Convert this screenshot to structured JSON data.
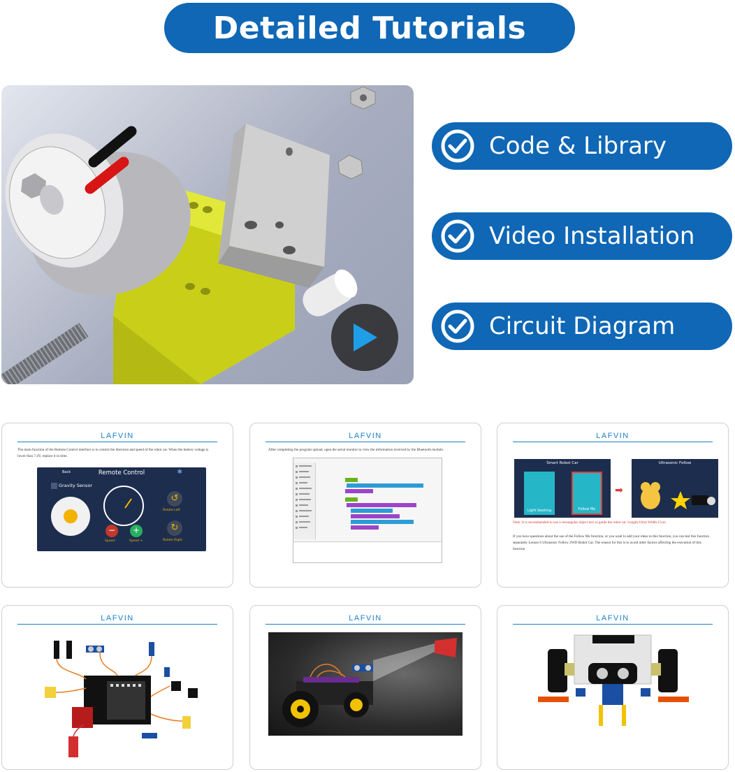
{
  "header": {
    "title": "Detailed Tutorials"
  },
  "features": [
    {
      "label": "Code & Library",
      "icon": "check-circle-icon"
    },
    {
      "label": "Video Installation",
      "icon": "check-circle-icon"
    },
    {
      "label": "Circuit Diagram",
      "icon": "check-circle-icon"
    }
  ],
  "video": {
    "icon": "play-icon"
  },
  "colors": {
    "primary": "#0f67b5",
    "motor_yellow": "#d9e021",
    "play_blue": "#1f9ee8"
  },
  "cards": {
    "brand": "LAFVIN",
    "remote": {
      "intro": "The main function of the Remote Control interface is to control the direction and speed of the robot car. When the battery voltage is lower than 7.4V, replace it in time.",
      "back": "Back",
      "title": "Remote Control",
      "gravity": "Gravity Sensor",
      "rotate_left": "Rotate Left",
      "rotate_right": "Rotate Right",
      "speed_minus": "Speed -",
      "speed_plus": "Speed +"
    },
    "serial": {
      "intro": "After completing the program upload, open the serial monitor to view the information received by the Bluetooth module."
    },
    "follow": {
      "app_title": "Smart Robot Car",
      "screen_title": "Ultrasonic Follow",
      "light_seeking": "Light Seeking",
      "follow_me": "Follow Me",
      "note": "Note: It is recommended to use a rectangular object box to guide the robot car. Length:10cm Width:15cm",
      "para": "If you have questions about the use of the Follow Me function, or you want to add your ideas to this function, you can test this function separately Lesson 6 Ultrasonic Follow 2WD Robot Car. The reason for this is to avoid other factors affecting the execution of this function"
    }
  }
}
